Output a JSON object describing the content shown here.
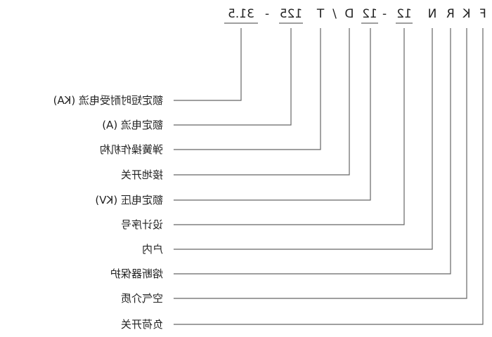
{
  "orientation": "mirrored-horizontally",
  "model_code": {
    "tokens": [
      "F",
      "K",
      "R",
      "N",
      "12",
      "-",
      "12",
      "D",
      "/",
      "T",
      "125",
      "-",
      "31.5"
    ]
  },
  "labels": [
    {
      "segment": "F",
      "text": "负荷开关"
    },
    {
      "segment": "K",
      "text": "空气介质"
    },
    {
      "segment": "R",
      "text": "熔断器保护"
    },
    {
      "segment": "N",
      "text": "户内"
    },
    {
      "segment": "12",
      "text": "设计序号"
    },
    {
      "segment": "12",
      "text": "额定电压 (KV)"
    },
    {
      "segment": "D",
      "text": "接地开关"
    },
    {
      "segment": "T",
      "text": "弹簧操作机构"
    },
    {
      "segment": "125",
      "text": "额定电流 (A)"
    },
    {
      "segment": "31.5",
      "text": "额定短时耐受电流 (KA)"
    }
  ]
}
